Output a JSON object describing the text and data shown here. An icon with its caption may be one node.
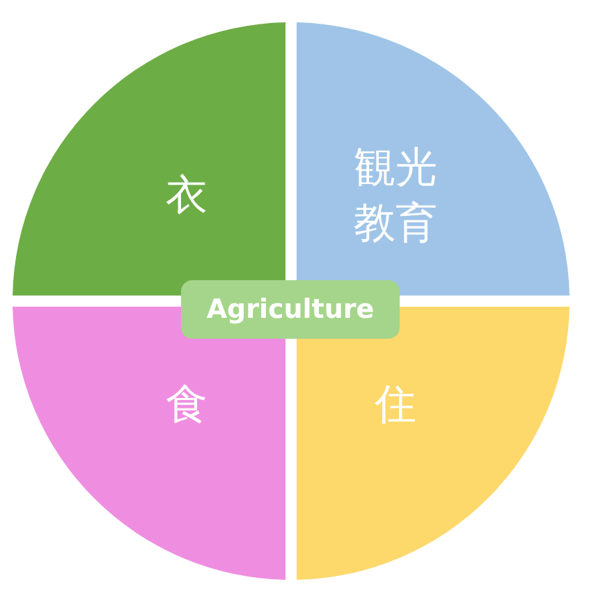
{
  "diagram": {
    "nodes": [
      {
        "text": [
          "衣"
        ]
      },
      {
        "text": [
          "観光教育"
        ]
      },
      {
        "text": [
          "食"
        ]
      },
      {
        "text": [
          "住"
        ]
      },
      {
        "text": [
          "Agriculture"
        ]
      }
    ]
  }
}
